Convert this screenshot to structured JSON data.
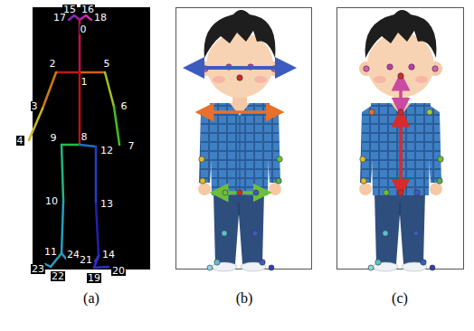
{
  "diagram": {
    "labels": [
      "15",
      "16",
      "17",
      "0",
      "18",
      "2",
      "5",
      "1",
      "3",
      "6",
      "4",
      "7",
      "9",
      "8",
      "12",
      "10",
      "13",
      "11",
      "24",
      "14",
      "21",
      "23",
      "22",
      "19",
      "20",
      "(a)",
      "(b)",
      "(c)"
    ]
  }
}
